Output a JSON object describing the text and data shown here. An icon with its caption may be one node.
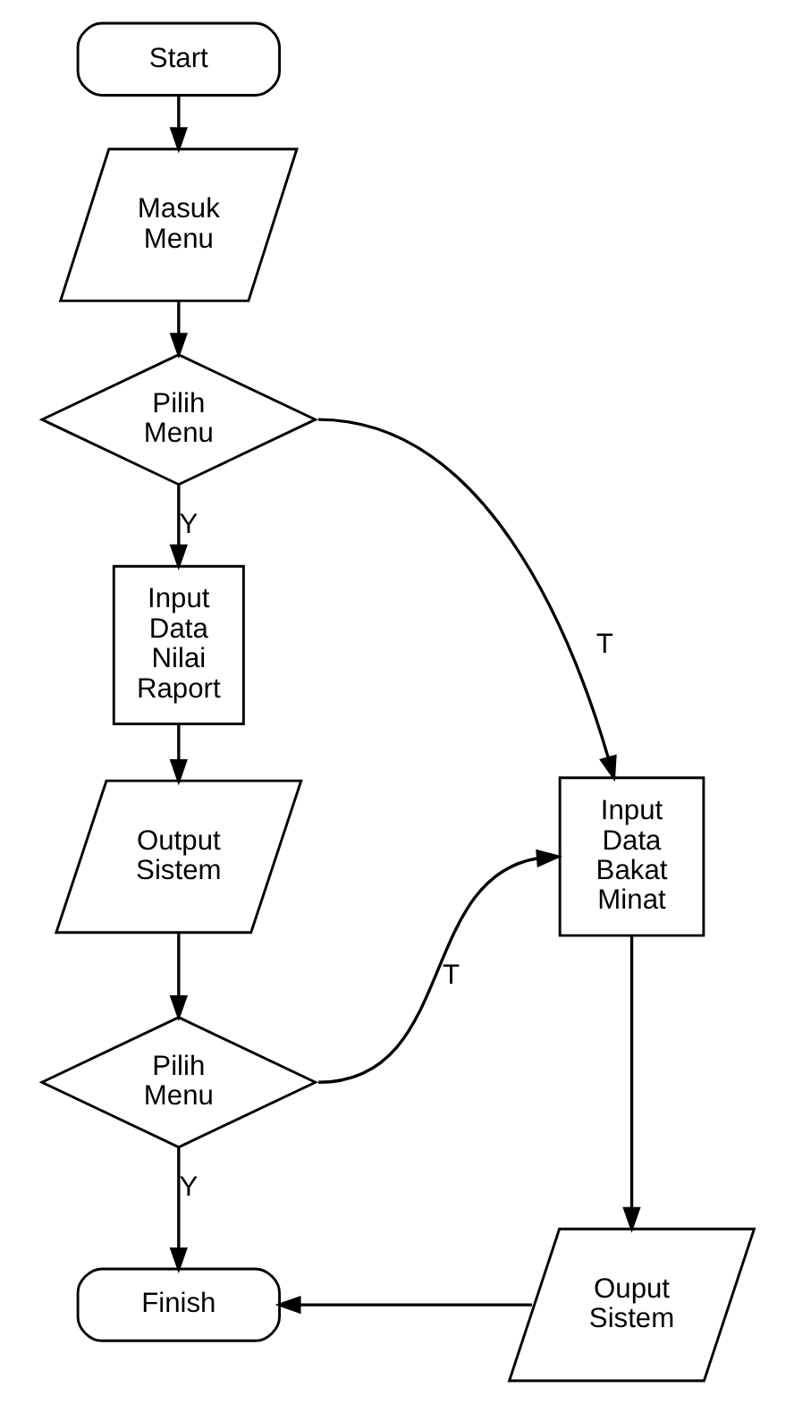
{
  "diagram": {
    "nodes": [
      {
        "text": [
          "Start"
        ]
      },
      {
        "text": [
          "Masuk Menu"
        ]
      },
      {
        "text": [
          "Pilih Menu"
        ]
      },
      {
        "text": [
          "Input Data Nilai Raport"
        ]
      },
      {
        "text": [
          "Output Sistem"
        ]
      },
      {
        "text": [
          "Pilih Menu"
        ]
      },
      {
        "text": [
          "Input Data Bakat Minat"
        ]
      },
      {
        "text": [
          "Ouput Sistem"
        ]
      },
      {
        "text": [
          "Finish"
        ]
      }
    ],
    "edges": [
      {
        "from": 0,
        "to": 1,
        "arrow": "to"
      },
      {
        "from": 1,
        "to": 2,
        "arrow": "to"
      },
      {
        "from": 2,
        "to": 3,
        "arrow": "to",
        "label": "Y"
      },
      {
        "from": 2,
        "to": 6,
        "arrow": "to",
        "label": "T"
      },
      {
        "from": 3,
        "to": 4,
        "arrow": "to"
      },
      {
        "from": 4,
        "to": 5,
        "arrow": "to"
      },
      {
        "from": 5,
        "to": 8,
        "arrow": "to",
        "label": "Y"
      },
      {
        "from": 5,
        "to": 6,
        "arrow": "to",
        "label": "T"
      },
      {
        "from": 6,
        "to": 7,
        "arrow": "to"
      },
      {
        "from": 7,
        "to": 8,
        "arrow": "to"
      }
    ]
  }
}
